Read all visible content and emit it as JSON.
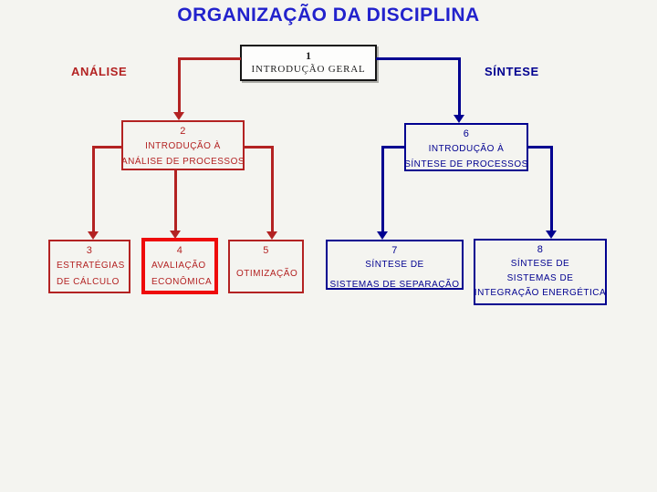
{
  "slide": {
    "title": "ORGANIZAÇÃO DA DISCIPLINA",
    "left_branch_label": "ANÁLISE",
    "right_branch_label": "SÍNTESE"
  },
  "colors": {
    "title_blue": "#2222CC",
    "analysis_red": "#B32222",
    "highlight_red": "#EE0B0B",
    "synthesis_blue": "#000090",
    "background": "#F4F4F0"
  },
  "nodes": {
    "n1": {
      "number": "1",
      "lines": [
        "INTRODUÇÃO GERAL"
      ]
    },
    "n2": {
      "number": "2",
      "lines": [
        "INTRODUÇÃO À",
        "ANÁLISE DE PROCESSOS"
      ]
    },
    "n3": {
      "number": "3",
      "lines": [
        "ESTRATÉGIAS",
        "DE CÁLCULO"
      ]
    },
    "n4": {
      "number": "4",
      "lines": [
        "AVALIAÇÃO",
        "ECONÔMICA"
      ]
    },
    "n5": {
      "number": "5",
      "lines": [
        "OTIMIZAÇÃO"
      ]
    },
    "n6": {
      "number": "6",
      "lines": [
        "INTRODUÇÃO À",
        "SÍNTESE DE PROCESSOS"
      ]
    },
    "n7": {
      "number": "7",
      "lines": [
        "SÍNTESE DE",
        "SISTEMAS DE SEPARAÇÃO"
      ]
    },
    "n8": {
      "number": "8",
      "lines": [
        "SÍNTESE DE",
        "SISTEMAS DE",
        "INTEGRAÇÃO ENERGÉTICA"
      ]
    }
  }
}
